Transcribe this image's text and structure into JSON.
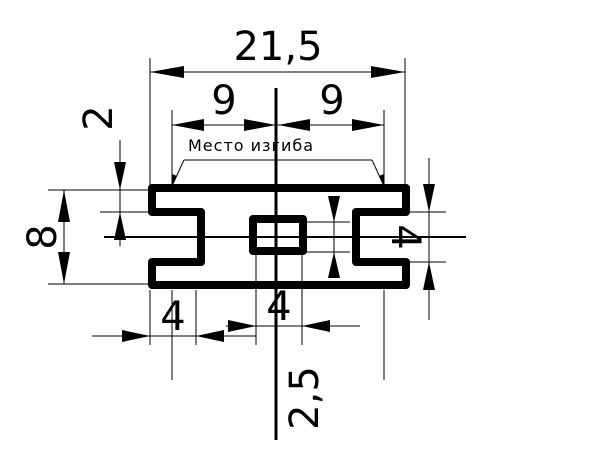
{
  "dimensions": {
    "overall_width": "21,5",
    "left_half": "9",
    "right_half": "9",
    "flange_thickness": "2",
    "height": "8",
    "slot_height": "4",
    "left_slot_depth": "4",
    "window_width": "4",
    "window_offset": "2,5"
  },
  "note": "Место изгиба",
  "colors": {
    "line": "#000000",
    "background": "#ffffff"
  }
}
